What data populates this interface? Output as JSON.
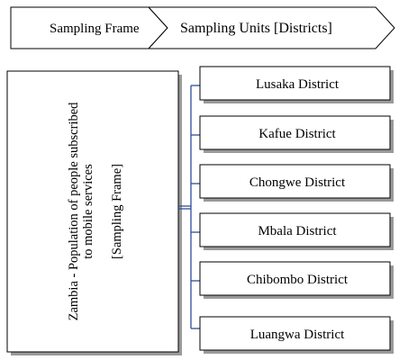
{
  "header": {
    "left_label": "Sampling Frame",
    "right_label": "Sampling Units [Districts]"
  },
  "frame_box": {
    "line1": "Zambia - Population of people subscribed",
    "line2": "to mobile services",
    "line3": "[Sampling Frame]"
  },
  "districts": [
    "Lusaka District",
    "Kafue District",
    "Chongwe District",
    "Mbala District",
    "Chibombo District",
    "Luangwa District"
  ],
  "colors": {
    "connector": "#2e4f9a",
    "shadow": "#9a9a9a"
  }
}
